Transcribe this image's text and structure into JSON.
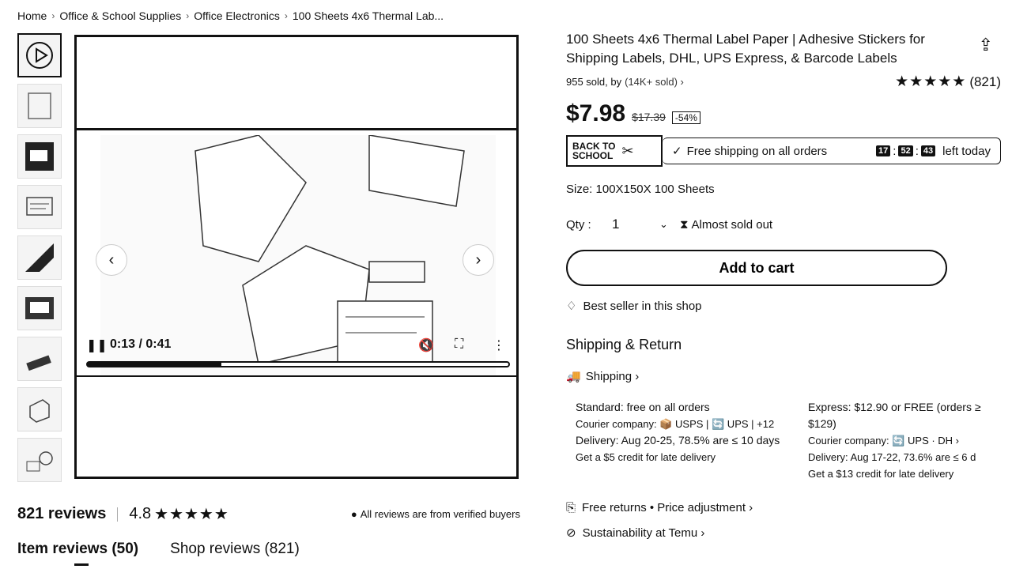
{
  "breadcrumb": [
    "Home",
    "Office & School Supplies",
    "Office Electronics",
    "100 Sheets 4x6 Thermal Lab..."
  ],
  "breadcrumb_sep": "›",
  "video": {
    "time": "0:13 / 0:41",
    "progress": 0.317
  },
  "reviews": {
    "count_label": "821 reviews",
    "rating": "4.8",
    "stars": "★★★★★",
    "verified_text": "All reviews are from verified buyers",
    "tabs": [
      "Item reviews (50)",
      "Shop reviews (821)"
    ]
  },
  "product": {
    "title": "100 Sheets 4x6 Thermal Label Paper | Adhesive Stickers for Shipping Labels, DHL, UPS Express, & Barcode Labels",
    "sold_text": "955 sold, by",
    "seller_text": "(14K+ sold) ›",
    "stars": "★★★★★",
    "rating_count": "(821)",
    "price": "$7.98",
    "old_price": "$17.39",
    "discount": "-54%",
    "promo_badge": [
      "BACK TO",
      "SCHOOL"
    ],
    "free_shipping": "Free shipping on all orders",
    "timer": [
      "17",
      "52",
      "43"
    ],
    "timer_suffix": "left today",
    "size": "Size: 100X150X 100 Sheets",
    "qty_label": "Qty :",
    "qty_value": "1",
    "stock_text": "Almost sold out",
    "add_to_cart": "Add to cart",
    "best_seller": "Best seller in this shop"
  },
  "shipping": {
    "title": "Shipping & Return",
    "link": "Shipping ›",
    "standard": {
      "line1": "Standard: free on all orders",
      "courier": "Courier company: 📦 USPS | 🔄 UPS | +12",
      "delivery": "Delivery: Aug 20-25, 78.5% are ≤ 10 days",
      "credit": "Get a $5 credit for late delivery"
    },
    "express": {
      "line1": "Express: $12.90 or FREE (orders ≥ $129)",
      "courier": "Courier company: 🔄 UPS · DH ›",
      "delivery": "Delivery: Aug 17-22, 73.6% are ≤ 6 d",
      "credit": "Get a $13 credit for late delivery"
    },
    "returns": "Free returns • Price adjustment ›",
    "sustainability": "Sustainability at Temu ›"
  }
}
